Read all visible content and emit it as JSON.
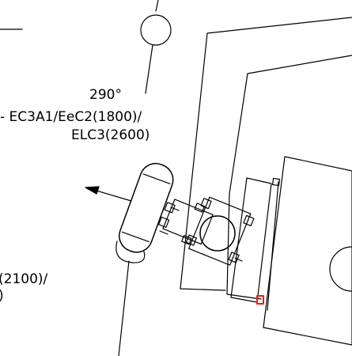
{
  "labels": {
    "angle": "290°",
    "line1": "- EC3A1/EeC2(1800)/",
    "line2": "ELC3(2600)",
    "left_fragment_1": "(2100)/",
    "left_fragment_2": ")"
  },
  "colors": {
    "line": "#000000",
    "marker": "#e0201b",
    "background": "#ffffff"
  }
}
